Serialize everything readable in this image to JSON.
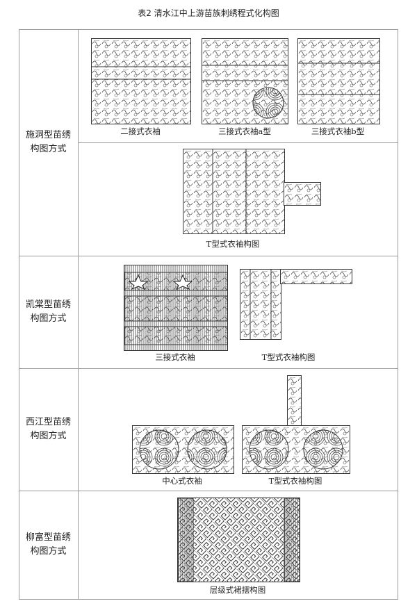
{
  "title": "表2  清水江中上游苗族刺绣程式化构图",
  "rows": [
    {
      "label": "施洞型苗绣构图方式",
      "captions": [
        "二接式衣袖",
        "三接式衣袖a型",
        "三接式衣袖b型",
        "T型式衣袖构图"
      ]
    },
    {
      "label": "凯棠型苗绣构图方式",
      "captions": [
        "三接式衣袖",
        "T型式衣袖构图"
      ]
    },
    {
      "label": "西江型苗绣构图方式",
      "captions": [
        "中心式衣袖",
        "T型式衣袖构图"
      ]
    },
    {
      "label": "柳富型苗绣构图方式",
      "captions": [
        "层级式裙摆构图"
      ]
    }
  ]
}
